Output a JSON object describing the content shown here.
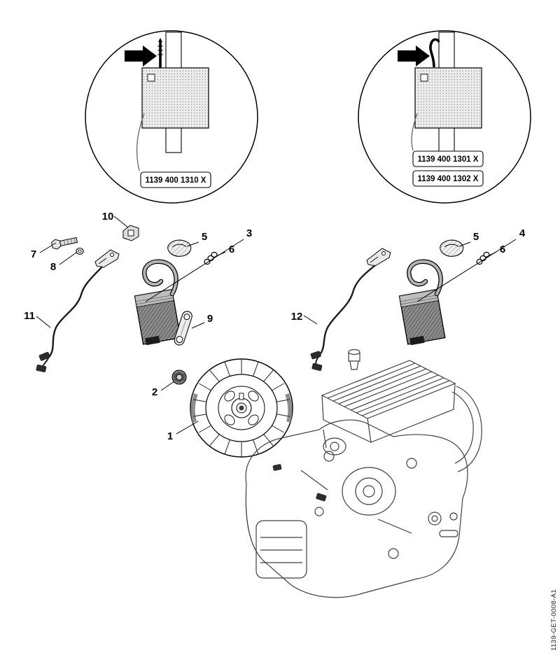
{
  "document": {
    "code": "1139-GET-0008-A1"
  },
  "detail_views": {
    "left": {
      "part_numbers": [
        "1139 400 1310 X"
      ]
    },
    "right": {
      "part_numbers": [
        "1139 400 1301 X",
        "1139 400 1302 X"
      ]
    }
  },
  "callouts": {
    "1": "1",
    "2": "2",
    "3": "3",
    "4": "4",
    "5": "5",
    "6": "6",
    "7": "7",
    "8": "8",
    "9": "9",
    "10": "10",
    "11": "11",
    "12": "12"
  }
}
